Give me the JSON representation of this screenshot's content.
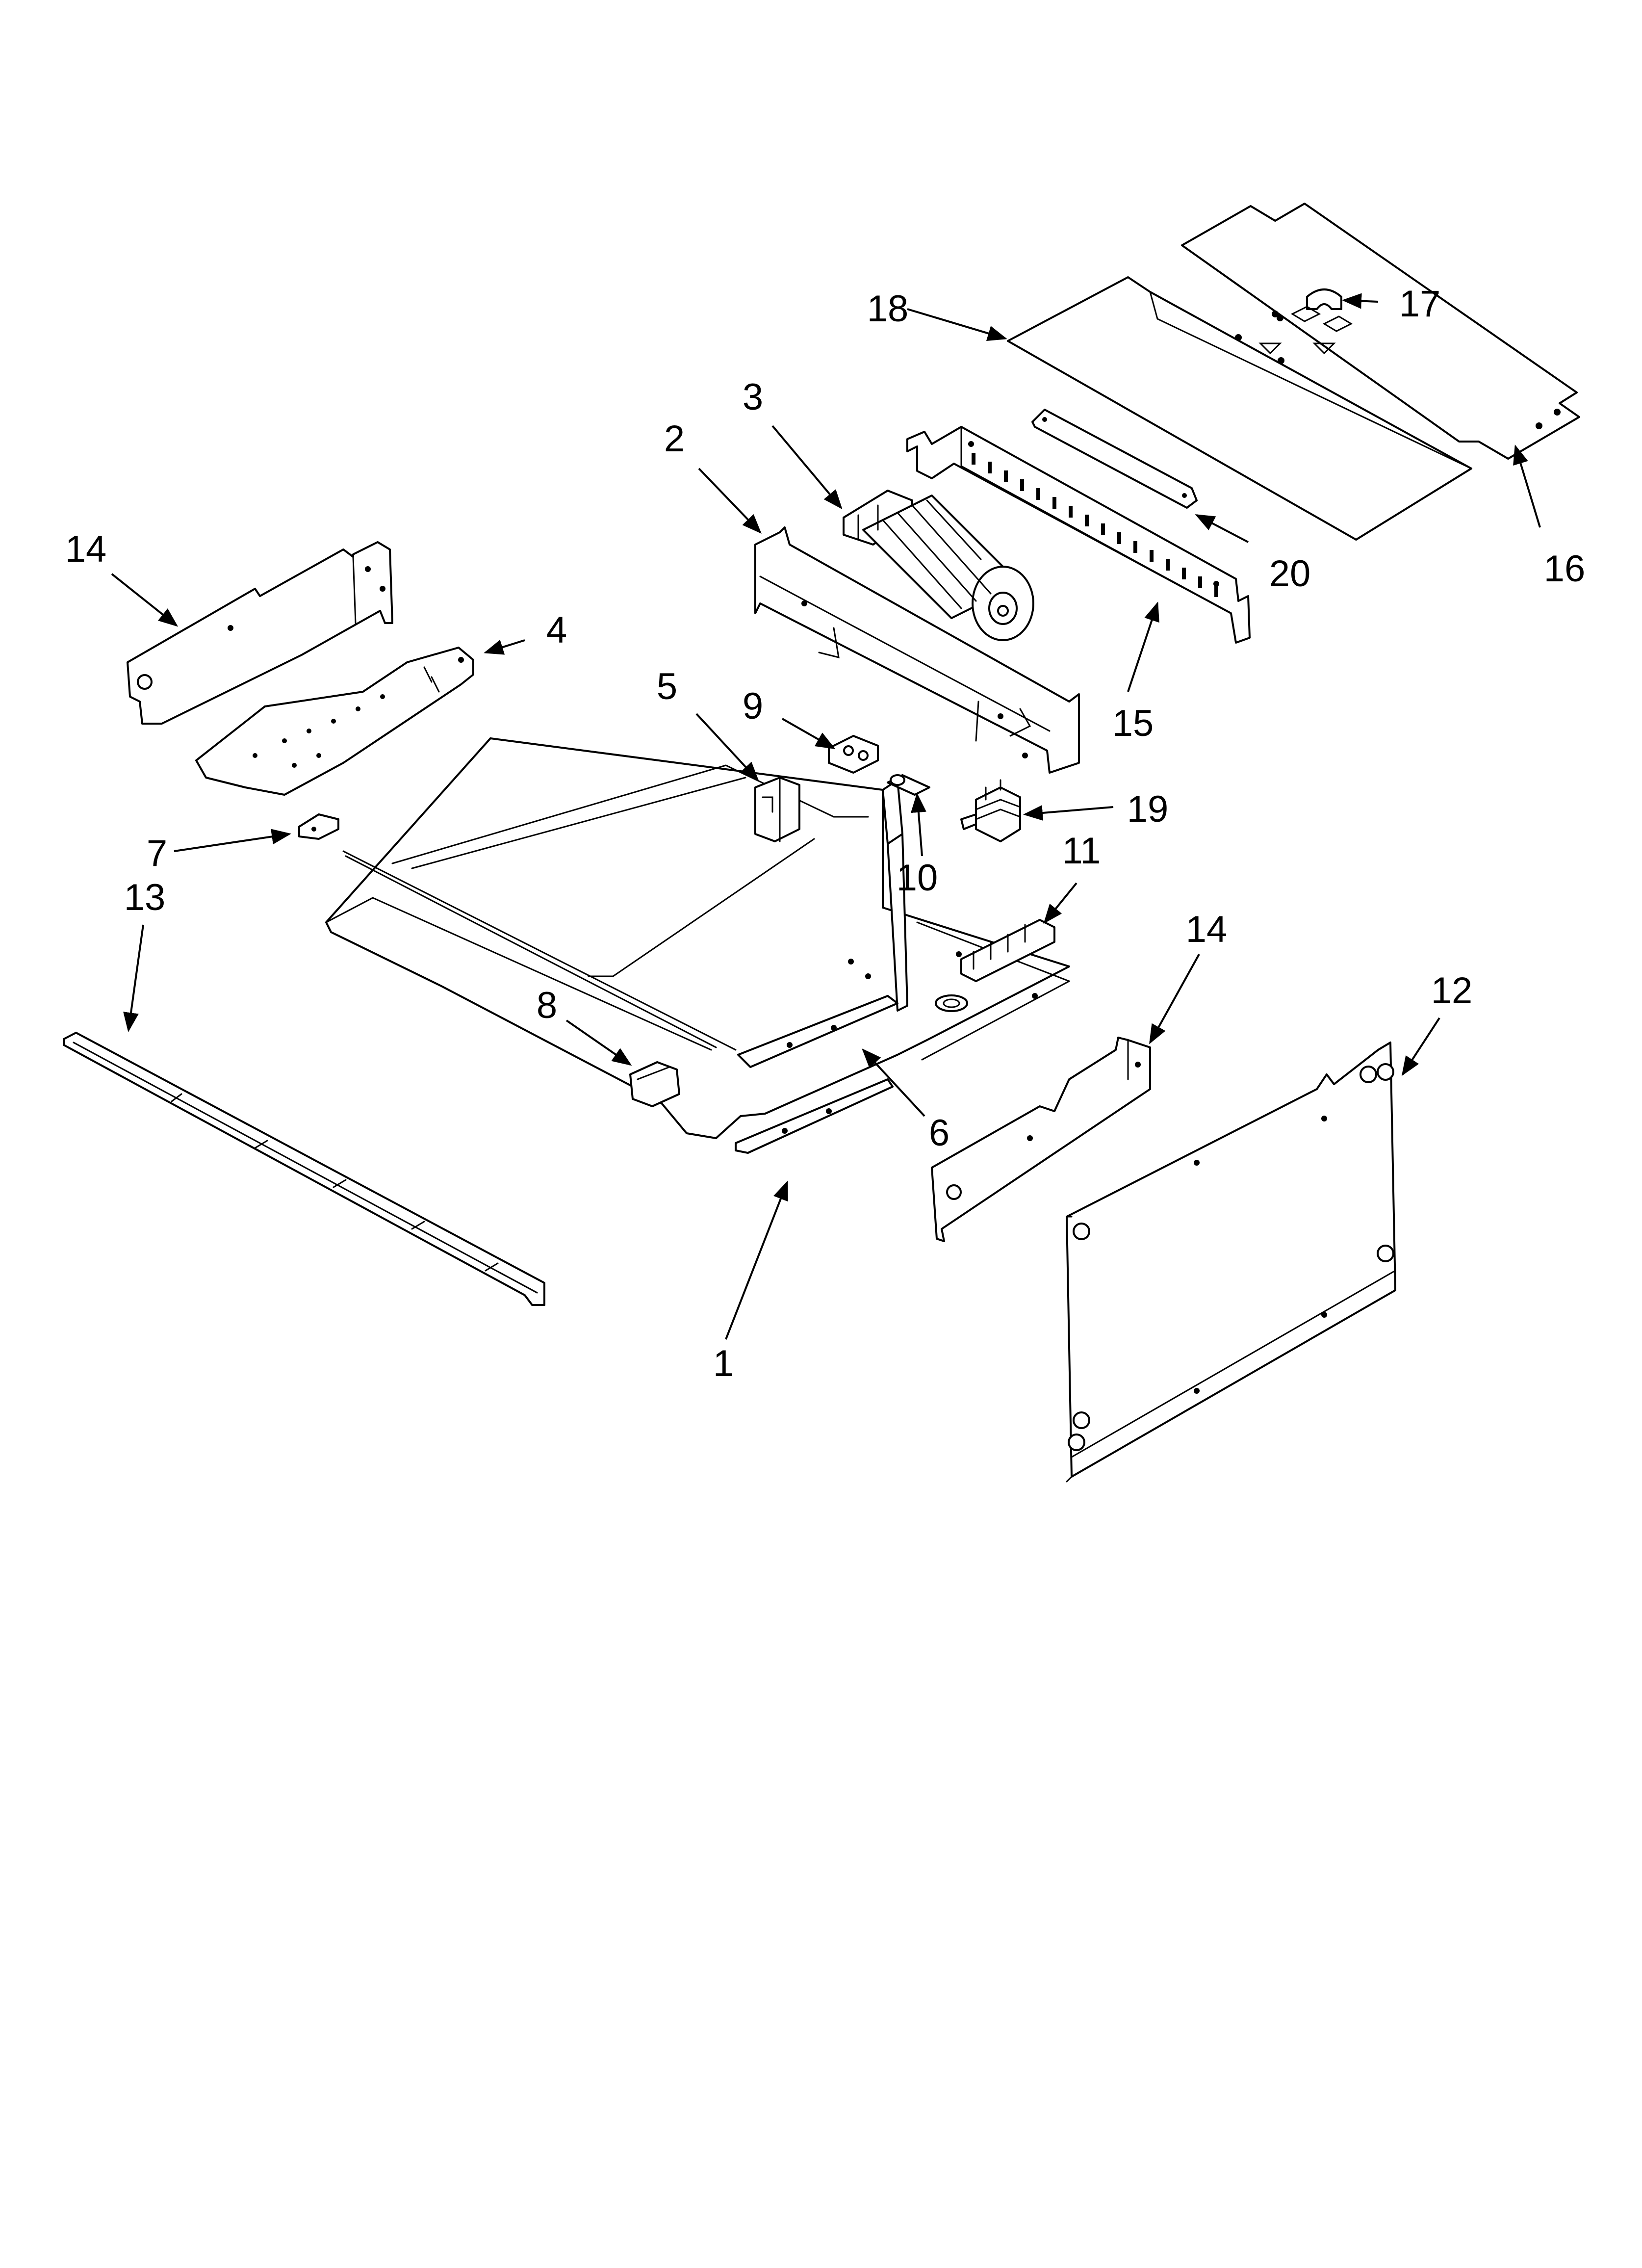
{
  "callouts": {
    "c1": "1",
    "c2": "2",
    "c3": "3",
    "c4": "4",
    "c5": "5",
    "c6": "6",
    "c7": "7",
    "c8": "8",
    "c9": "9",
    "c10": "10",
    "c11": "11",
    "c12": "12",
    "c13": "13",
    "c14_left": "14",
    "c14_right": "14",
    "c15": "15",
    "c16": "16",
    "c17": "17",
    "c18": "18",
    "c19": "19",
    "c20": "20"
  },
  "style": {
    "line_color": "#000000",
    "background": "#ffffff"
  }
}
